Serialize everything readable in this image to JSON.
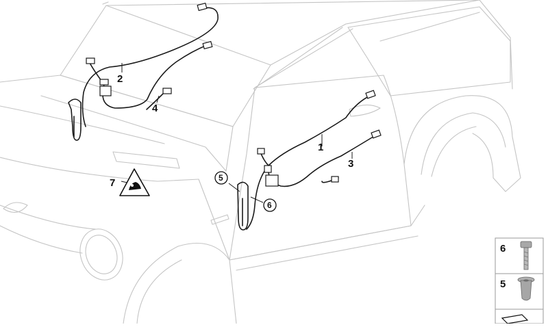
{
  "diagram": {
    "callouts": [
      {
        "id": "1",
        "label": "1"
      },
      {
        "id": "2",
        "label": "2"
      },
      {
        "id": "3",
        "label": "3"
      },
      {
        "id": "4",
        "label": "4"
      },
      {
        "id": "7",
        "label": "7"
      }
    ],
    "circled_callouts": [
      {
        "id": "5",
        "label": "5"
      },
      {
        "id": "6",
        "label": "6"
      }
    ],
    "parts_legend": [
      {
        "id": "6",
        "label": "6",
        "icon": "bolt-icon"
      },
      {
        "id": "5",
        "label": "5",
        "icon": "rivet-nut-icon"
      }
    ],
    "colors": {
      "car_outline": "#c4c4c4",
      "harness": "#1a1a1a",
      "legend_border": "#9a9a9a"
    }
  }
}
